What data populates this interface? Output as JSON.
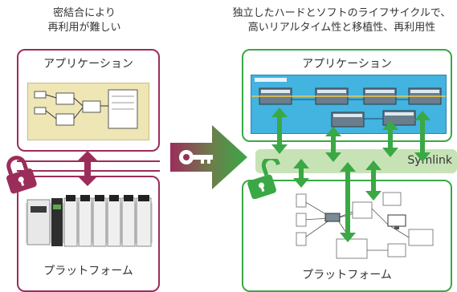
{
  "left": {
    "caption_line1": "密結合により",
    "caption_line2": "再利用が難しい",
    "app_title": "アプリケーション",
    "platform_title": "プラットフォーム"
  },
  "right": {
    "caption_line1": "独立したハードとソフトのライフサイクルで、",
    "caption_line2": "高いリアルタイム性と移植性、再利用性",
    "app_title": "アプリケーション",
    "platform_title": "プラットフォーム",
    "symlink_label": "Symlink"
  },
  "colors": {
    "left_frame": "#9b2d5a",
    "right_frame": "#3aa845",
    "arrow_green": "#3aa845",
    "arrow_maroon": "#9b2d5a",
    "symlink_band": "#c7e3b6",
    "block_diagram_bg": "#43b3e0"
  },
  "icons": {
    "left_lock": "locked-padlock-icon",
    "right_lock": "unlocked-padlock-icon",
    "key": "key-icon",
    "transition_arrow": "right-arrow-icon"
  }
}
